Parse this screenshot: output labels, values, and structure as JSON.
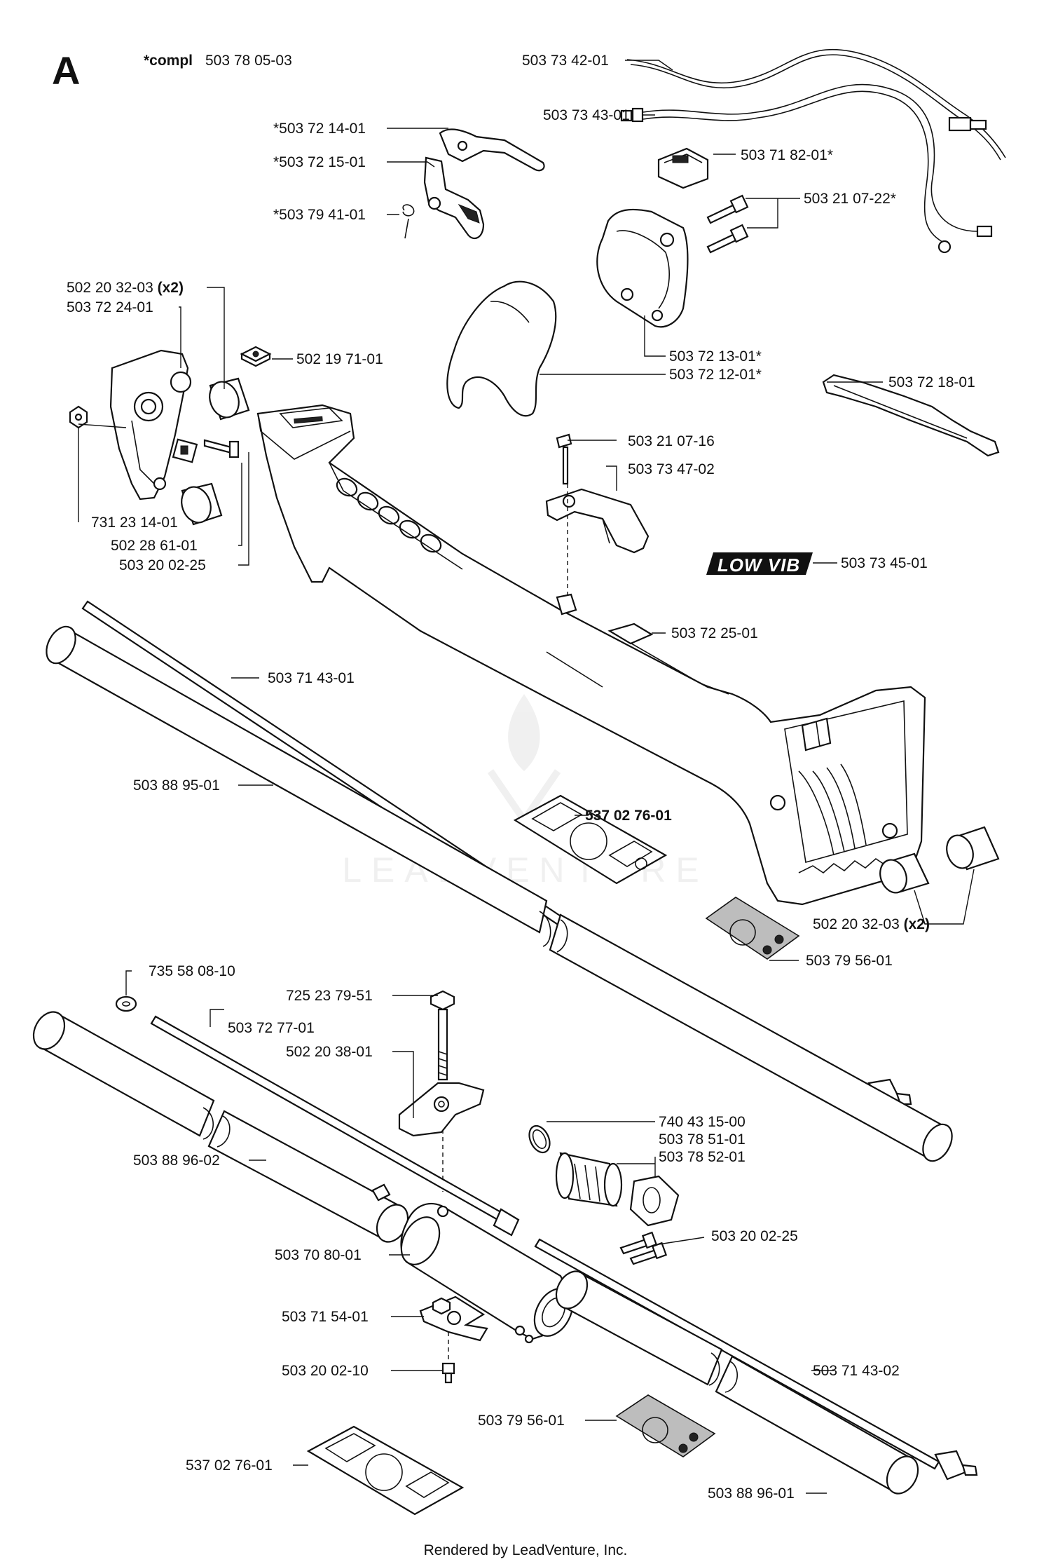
{
  "section_letter": "A",
  "compl_prefix": "*compl",
  "compl_number": "503 78 05-03",
  "labels": {
    "l_503734201": "503 73 42-01",
    "l_503734301": "503 73 43-01",
    "l_503718201": "503 71 82-01*",
    "l_503721401": "*503 72 14-01",
    "l_503721501": "*503 72 15-01",
    "l_503794101": "*503 79 41-01",
    "l_502210722": "503 21 07-22*",
    "l_502203203a": "502 20 32-03",
    "l_503722401": "503 72 24-01",
    "l_502197101": "502 19 71-01",
    "l_503721301": "503 72 13-01*",
    "l_503721201": "503 72 12-01*",
    "l_503721801": "503 72 18-01",
    "l_503210716": "503 21 07-16",
    "l_503734702": "503 73 47-02",
    "l_731231401": "731 23 14-01",
    "l_502286101": "502 28 61-01",
    "l_503200225a": "503 20 02-25",
    "l_503734501": "503 73 45-01",
    "l_503722501": "503 72 25-01",
    "l_503714301": "503 71 43-01",
    "l_503889501": "503 88 95-01",
    "l_537027601a": "537 02 76-01",
    "l_502203203b": "502 20 32-03",
    "l_503795601a": "503 79 56-01",
    "l_735580810": "735 58 08-10",
    "l_725237951": "725 23 79-51",
    "l_503727701": "503 72 77-01",
    "l_502203801": "502 20 38-01",
    "l_740431500": "740 43 15-00",
    "l_503785101": "503 78 51-01",
    "l_503785201": "503 78 52-01",
    "l_503889602": "503 88 96-02",
    "l_503200225b": "503 20 02-25",
    "l_503708001": "503 70 80-01",
    "l_503715401": "503 71 54-01",
    "l_503200210": "503 20 02-10",
    "l_503714302": "503 71 43-02",
    "l_503795601b": "503 79 56-01",
    "l_537027601b": "537 02 76-01",
    "l_503889601": "503 88 96-01"
  },
  "qty_suffix": "(x2)",
  "logo_text": "LOW VIB",
  "watermark_text": "LEADVENTURE",
  "footer": "Rendered by LeadVenture, Inc."
}
